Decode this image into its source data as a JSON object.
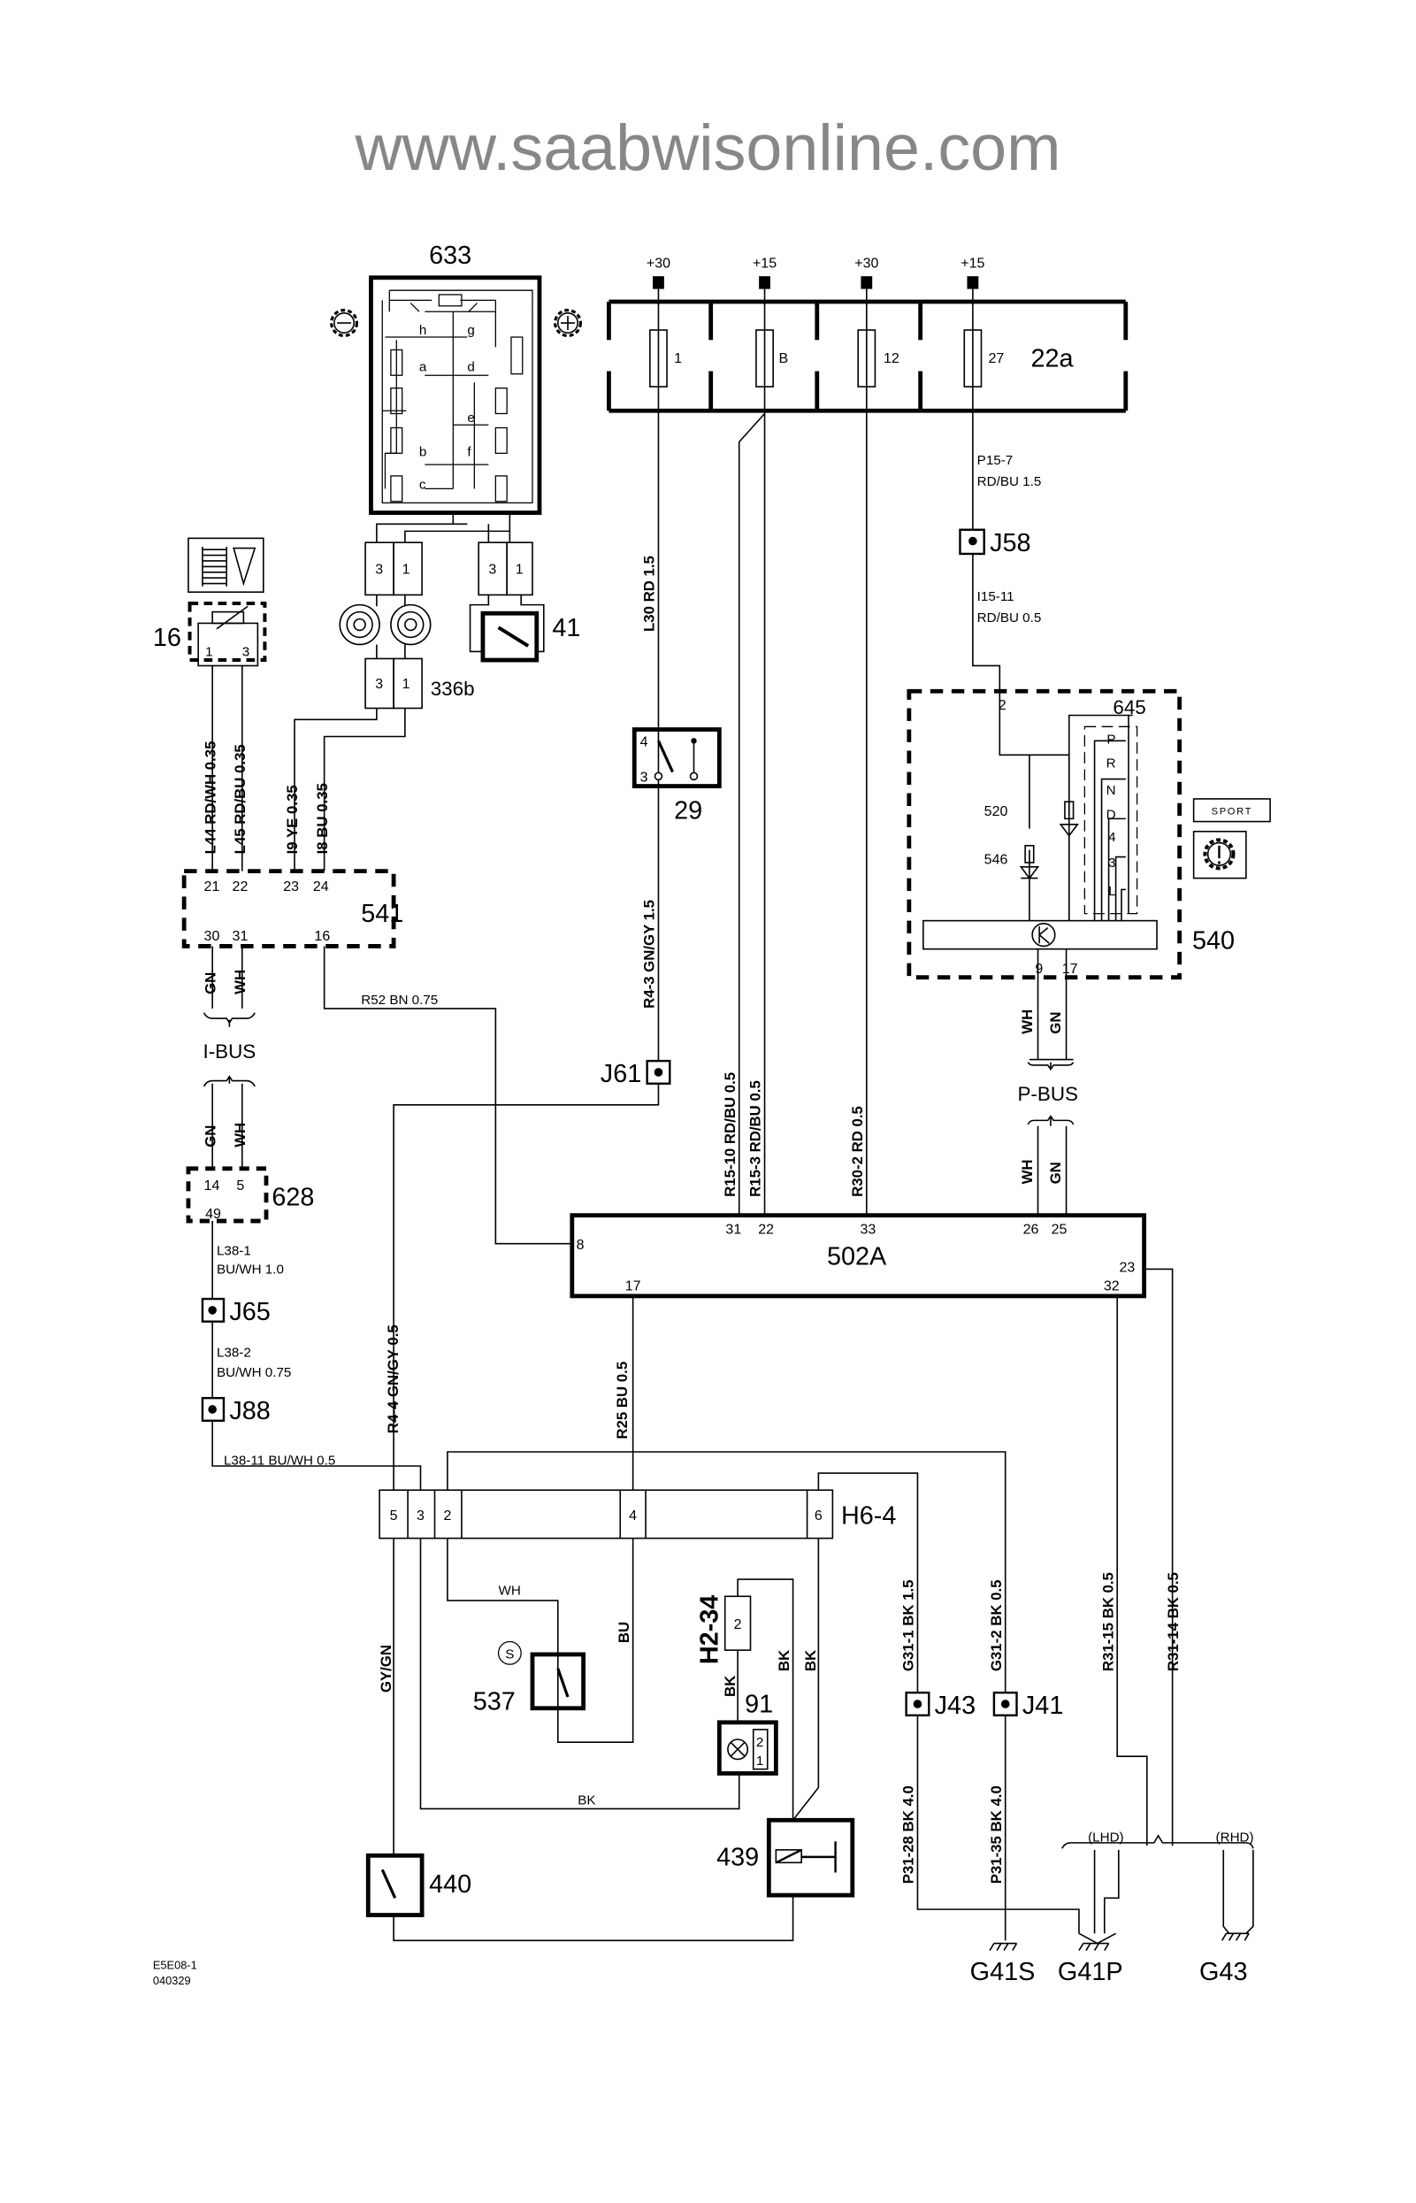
{
  "fuse_box": {
    "id": "22a",
    "supplies": [
      "+30",
      "+15",
      "+30",
      "+15"
    ],
    "fuses": [
      "1",
      "B",
      "12",
      "27"
    ]
  },
  "components": {
    "c633": "633",
    "c41": "41",
    "c336b": "336b",
    "c16": "16",
    "c541": "541",
    "c628": "628",
    "c29": "29",
    "c540": "540",
    "c645": "645",
    "c520": "520",
    "c546": "546",
    "c502a": "502A",
    "h6_4": "H6-4",
    "h2_34": "H2-34",
    "c91": "91",
    "c537": "537",
    "c439": "439",
    "c440": "440"
  },
  "switch_633_contacts": [
    "h",
    "g",
    "a",
    "d",
    "e",
    "b",
    "f",
    "c"
  ],
  "pins": {
    "conn_633_left": [
      "3",
      "1"
    ],
    "conn_633_right": [
      "3",
      "1"
    ],
    "conn_336b": [
      "3",
      "1"
    ],
    "c16": [
      "1",
      "3"
    ],
    "c29": [
      "4",
      "3"
    ],
    "c541_top": [
      "21",
      "22",
      "23",
      "24"
    ],
    "c541_bottom": [
      "30",
      "31",
      "16"
    ],
    "c628_top": [
      "14",
      "5"
    ],
    "c628_bottom": "49",
    "c540_in": "2",
    "c540_out": [
      "9",
      "17"
    ],
    "c502a": {
      "p31": "31",
      "p22": "22",
      "p33": "33",
      "p26": "26",
      "p25": "25",
      "p8": "8",
      "p17": "17",
      "p23": "23",
      "p32": "32"
    },
    "h6_4": [
      "5",
      "3",
      "2",
      "4",
      "6"
    ],
    "h2_34": "2",
    "c91": [
      "2",
      "1"
    ]
  },
  "splices": {
    "j58": "J58",
    "j61": "J61",
    "j65": "J65",
    "j88": "J88",
    "j43": "J43",
    "j41": "J41"
  },
  "buses": {
    "ibus": "I-BUS",
    "pbus": "P-BUS"
  },
  "grounds": {
    "g41s": "G41S",
    "g41p": "G41P",
    "g43": "G43"
  },
  "variants": {
    "lhd": "(LHD)",
    "rhd": "(RHD)"
  },
  "gear_positions": [
    "P",
    "R",
    "N",
    "D",
    "4",
    "3",
    "L"
  ],
  "sport_label": "SPORT",
  "sensor_537_symbol": "S",
  "wires": {
    "l30": "L30  RD  1.5",
    "r4_3": "R4-3  GN/GY 1.5",
    "r15_10": "R15-10 RD/BU 0.5",
    "r15_3": "R15-3 RD/BU 0.5",
    "r30_2": "R30-2 RD 0.5",
    "p15_7": [
      "P15-7",
      "RD/BU 1.5"
    ],
    "i15_11": [
      "I15-11",
      "RD/BU 0.5"
    ],
    "l44": "L44  RD/WH  0.35",
    "l45": "L45  RD/BU  0.35",
    "i9": "I9  YE  0.35",
    "i8": "I8  BU  0.35",
    "gn": "GN",
    "wh": "WH",
    "r52": "R52  BN  0.75",
    "l38_1": [
      "L38-1",
      "BU/WH 1.0"
    ],
    "l38_2": [
      "L38-2",
      "BU/WH  0.75"
    ],
    "l38_11": "L38-11  BU/WH  0.5",
    "r4_4": "R4-4  GN/GY  0.5",
    "r25": "R25  BU  0.5",
    "g31_1": "G31-1 BK  1.5",
    "g31_2": "G31-2  BK 0.5",
    "r31_15": "R31-15  BK  0.5",
    "r31_14": "R31-14  BK  0.5",
    "p31_28": "P31-28  BK  4.0",
    "p31_35": "P31-35  BK  4.0",
    "gy_gn": "GY/GN",
    "bu": "BU",
    "bk": "BK"
  },
  "watermark": "www.saabwisonline.com",
  "footer": {
    "code": "E5E08-1",
    "date": "040329"
  }
}
